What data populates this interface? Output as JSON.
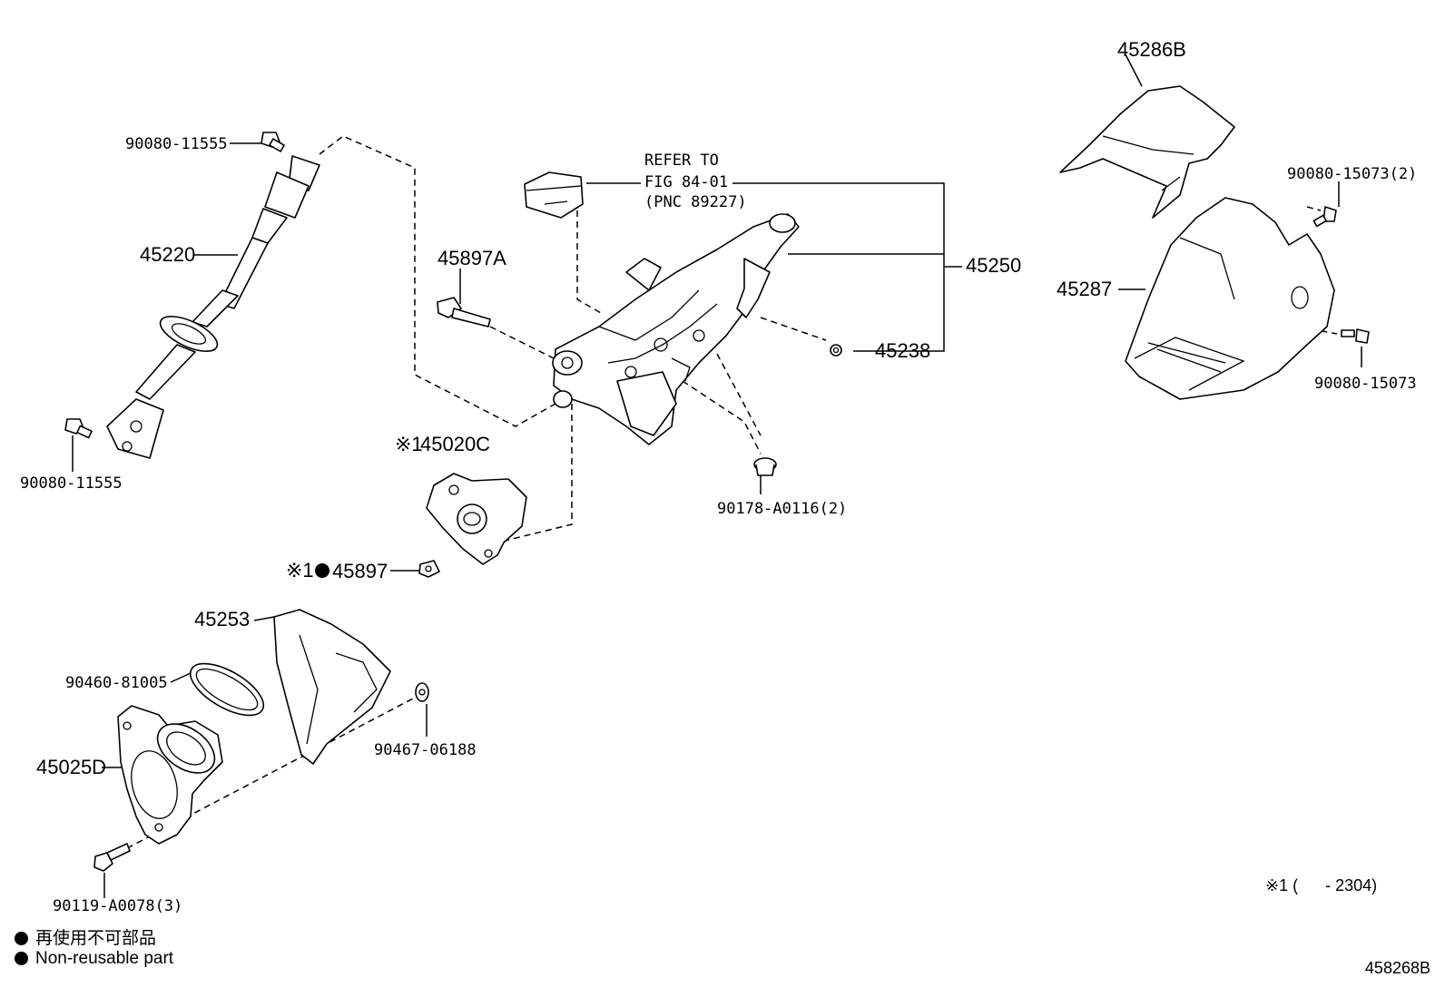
{
  "labels": {
    "p45286b": "45286B",
    "p90080_15073_2": "90080-15073(2)",
    "p45287": "45287",
    "p90080_15073": "90080-15073",
    "p90080_11555_top": "90080-11555",
    "p45220": "45220",
    "p90080_11555_bottom": "90080-11555",
    "refer_line1": "REFER TO",
    "refer_line2": "FIG 84-01",
    "refer_line3": "(PNC 89227)",
    "p45897a": "45897A",
    "p45250": "45250",
    "p45238": "45238",
    "p90178_a0116_2": "90178-A0116(2)",
    "p45020c_mark": "※1",
    "p45020c": "45020C",
    "p45897_mark": "※1",
    "p45897": "45897",
    "p45253": "45253",
    "p90460_81005": "90460-81005",
    "p45025d": "45025D",
    "p90467_06188": "90467-06188",
    "p90119_a0078_3": "90119-A0078(3)"
  },
  "legend": {
    "line1": "再使用不可部品",
    "line2": "Non-reusable part"
  },
  "footnote": "※1 (      - 2304)",
  "figure_id": "458268B"
}
